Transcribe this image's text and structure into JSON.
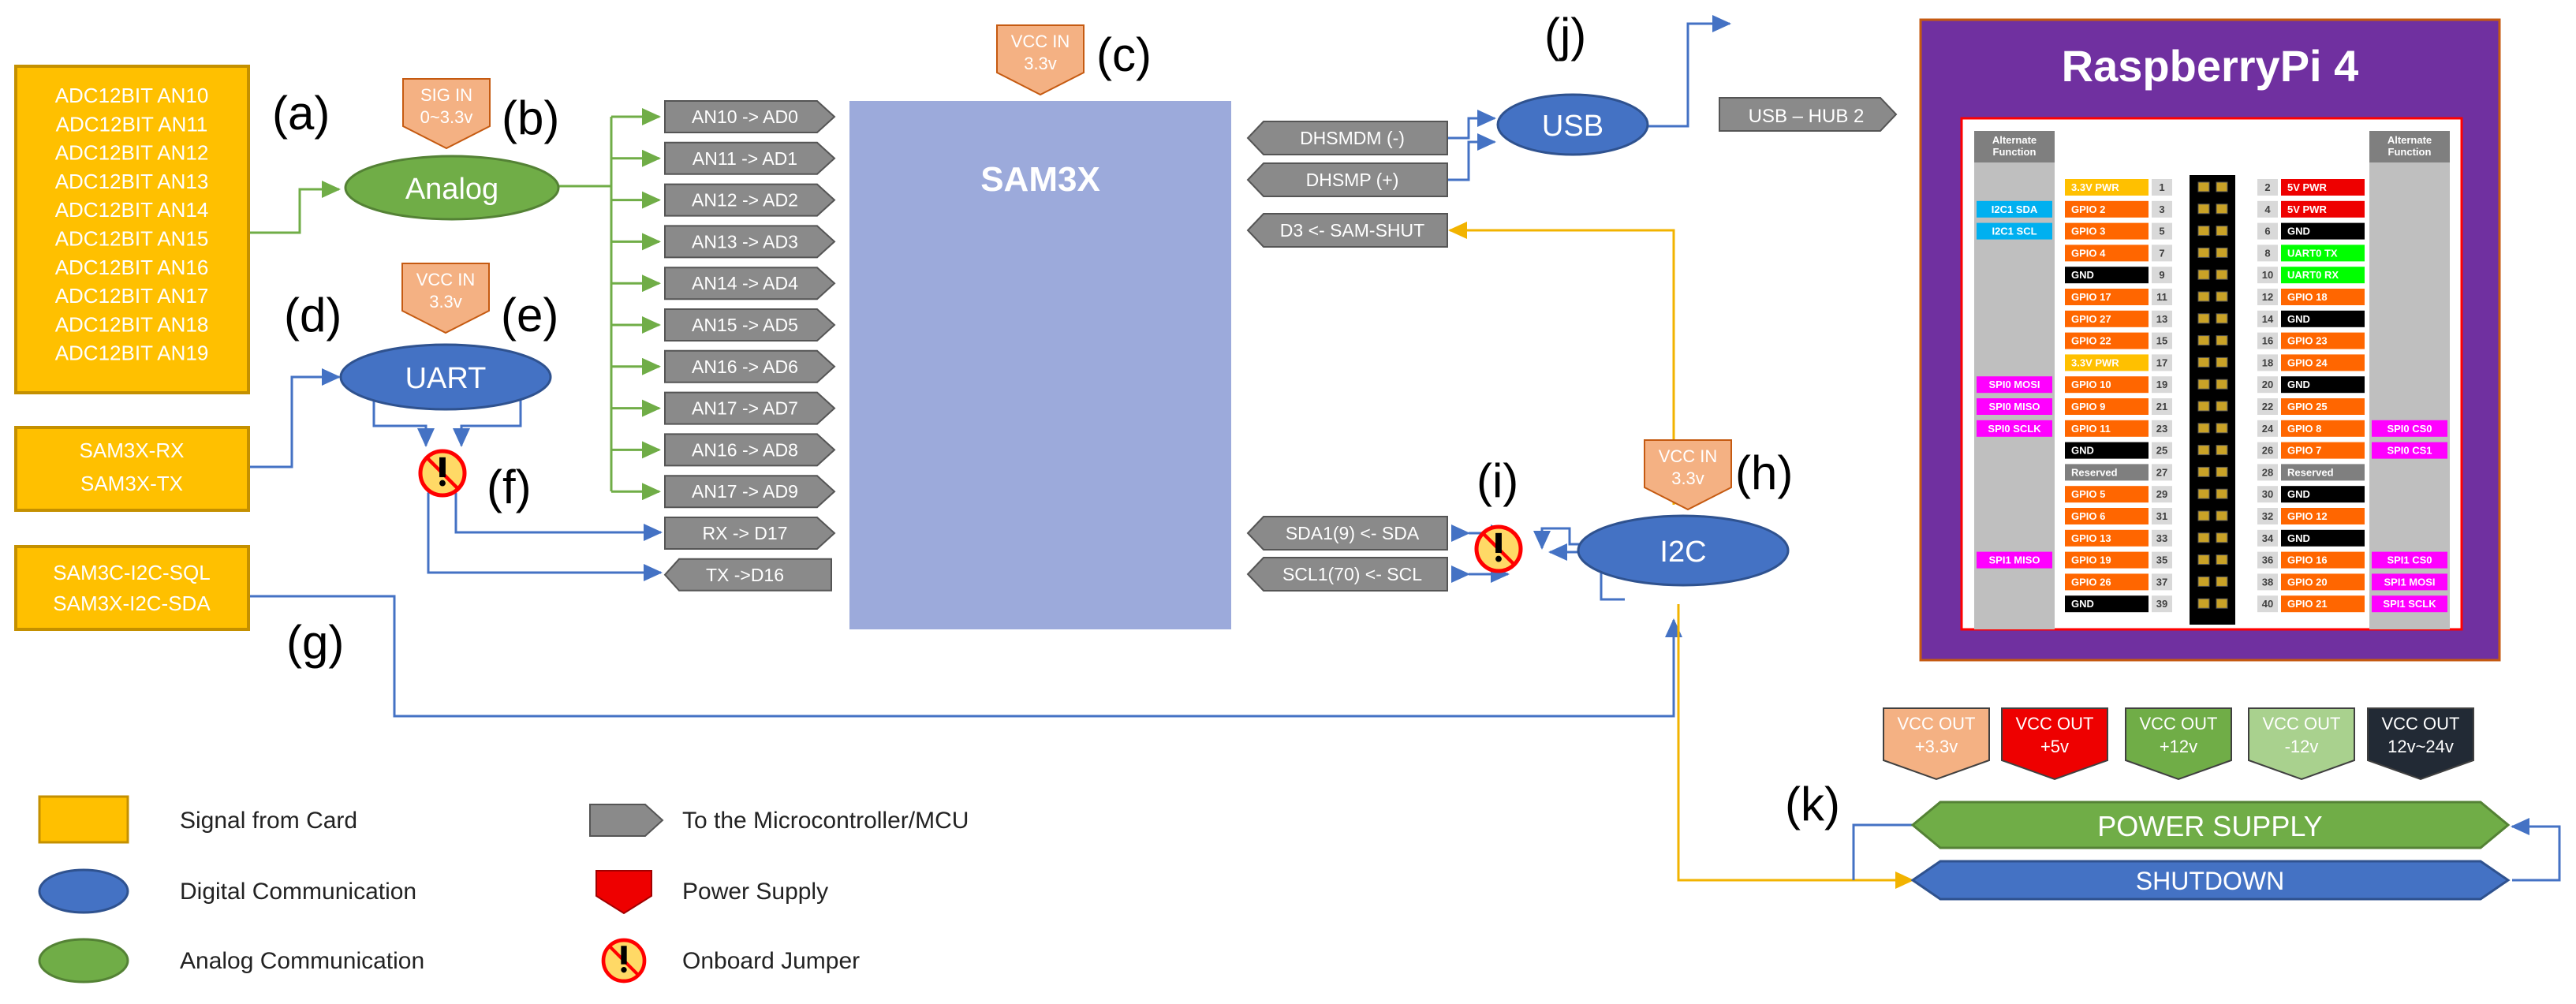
{
  "markers": {
    "a": "(a)",
    "b": "(b)",
    "c": "(c)",
    "d": "(d)",
    "e": "(e)",
    "f": "(f)",
    "g": "(g)",
    "h": "(h)",
    "i": "(i)",
    "j": "(j)",
    "k": "(k)"
  },
  "adc_block": {
    "items": [
      "ADC12BIT AN10",
      "ADC12BIT AN11",
      "ADC12BIT AN12",
      "ADC12BIT AN13",
      "ADC12BIT AN14",
      "ADC12BIT AN15",
      "ADC12BIT AN16",
      "ADC12BIT AN17",
      "ADC12BIT AN18",
      "ADC12BIT AN19"
    ]
  },
  "uart_block": {
    "lines": [
      "SAM3X-RX",
      "SAM3X-TX"
    ]
  },
  "i2c_block": {
    "lines": [
      "SAM3C-I2C-SQL",
      "SAM3X-I2C-SDA"
    ]
  },
  "nodes": {
    "analog": "Analog",
    "uart": "UART",
    "i2c": "I2C",
    "usb": "USB"
  },
  "vcc_tags": {
    "sig_in": [
      "SIG IN",
      "0~3.3v"
    ],
    "uart_vcc": [
      "VCC IN",
      "3.3v"
    ],
    "sam_vcc": [
      "VCC IN",
      "3.3v"
    ],
    "i2c_vcc": [
      "VCC IN",
      "3.3v"
    ]
  },
  "mcu": {
    "label": "SAM3X"
  },
  "mcu_left_pins": [
    "AN10 -> AD0",
    "AN11 -> AD1",
    "AN12 -> AD2",
    "AN13 -> AD3",
    "AN14 -> AD4",
    "AN15 -> AD5",
    "AN16 -> AD6",
    "AN17 -> AD7",
    "AN16 -> AD8",
    "AN17 -> AD9",
    "RX -> D17",
    "TX ->D16"
  ],
  "mcu_right_pins": [
    "DHSMDM (-)",
    "DHSMP (+)",
    "D3 <- SAM-SHUT",
    "SDA1(9) <- SDA",
    "SCL1(70) <- SCL"
  ],
  "usb_hub": "USB – HUB 2",
  "rpi": {
    "title": "RaspberryPi 4",
    "alt_function_header": "Alternate Function",
    "rows": [
      {
        "l_alt": "",
        "l_pin": "3.3V PWR",
        "l_num": "1",
        "r_num": "2",
        "r_pin": "5V PWR",
        "r_alt": ""
      },
      {
        "l_alt": "I2C1 SDA",
        "l_pin": "GPIO 2",
        "l_num": "3",
        "r_num": "4",
        "r_pin": "5V PWR",
        "r_alt": ""
      },
      {
        "l_alt": "I2C1 SCL",
        "l_pin": "GPIO 3",
        "l_num": "5",
        "r_num": "6",
        "r_pin": "GND",
        "r_alt": ""
      },
      {
        "l_alt": "",
        "l_pin": "GPIO 4",
        "l_num": "7",
        "r_num": "8",
        "r_pin": "UART0 TX",
        "r_alt": ""
      },
      {
        "l_alt": "",
        "l_pin": "GND",
        "l_num": "9",
        "r_num": "10",
        "r_pin": "UART0 RX",
        "r_alt": ""
      },
      {
        "l_alt": "",
        "l_pin": "GPIO 17",
        "l_num": "11",
        "r_num": "12",
        "r_pin": "GPIO 18",
        "r_alt": ""
      },
      {
        "l_alt": "",
        "l_pin": "GPIO 27",
        "l_num": "13",
        "r_num": "14",
        "r_pin": "GND",
        "r_alt": ""
      },
      {
        "l_alt": "",
        "l_pin": "GPIO 22",
        "l_num": "15",
        "r_num": "16",
        "r_pin": "GPIO 23",
        "r_alt": ""
      },
      {
        "l_alt": "",
        "l_pin": "3.3V PWR",
        "l_num": "17",
        "r_num": "18",
        "r_pin": "GPIO 24",
        "r_alt": ""
      },
      {
        "l_alt": "SPI0 MOSI",
        "l_pin": "GPIO 10",
        "l_num": "19",
        "r_num": "20",
        "r_pin": "GND",
        "r_alt": ""
      },
      {
        "l_alt": "SPI0 MISO",
        "l_pin": "GPIO 9",
        "l_num": "21",
        "r_num": "22",
        "r_pin": "GPIO 25",
        "r_alt": ""
      },
      {
        "l_alt": "SPI0 SCLK",
        "l_pin": "GPIO 11",
        "l_num": "23",
        "r_num": "24",
        "r_pin": "GPIO 8",
        "r_alt": "SPI0 CS0"
      },
      {
        "l_alt": "",
        "l_pin": "GND",
        "l_num": "25",
        "r_num": "26",
        "r_pin": "GPIO 7",
        "r_alt": "SPI0 CS1"
      },
      {
        "l_alt": "",
        "l_pin": "Reserved",
        "l_num": "27",
        "r_num": "28",
        "r_pin": "Reserved",
        "r_alt": ""
      },
      {
        "l_alt": "",
        "l_pin": "GPIO 5",
        "l_num": "29",
        "r_num": "30",
        "r_pin": "GND",
        "r_alt": ""
      },
      {
        "l_alt": "",
        "l_pin": "GPIO 6",
        "l_num": "31",
        "r_num": "32",
        "r_pin": "GPIO 12",
        "r_alt": ""
      },
      {
        "l_alt": "",
        "l_pin": "GPIO 13",
        "l_num": "33",
        "r_num": "34",
        "r_pin": "GND",
        "r_alt": ""
      },
      {
        "l_alt": "SPI1 MISO",
        "l_pin": "GPIO 19",
        "l_num": "35",
        "r_num": "36",
        "r_pin": "GPIO 16",
        "r_alt": "SPI1 CS0"
      },
      {
        "l_alt": "",
        "l_pin": "GPIO 26",
        "l_num": "37",
        "r_num": "38",
        "r_pin": "GPIO 20",
        "r_alt": "SPI1 MOSI"
      },
      {
        "l_alt": "",
        "l_pin": "GND",
        "l_num": "39",
        "r_num": "40",
        "r_pin": "GPIO 21",
        "r_alt": "SPI1 SCLK"
      }
    ]
  },
  "vcc_out": [
    {
      "lines": [
        "VCC OUT",
        "+3.3v"
      ],
      "color": "#f4b183"
    },
    {
      "lines": [
        "VCC OUT",
        "+5v"
      ],
      "color": "#ee0000"
    },
    {
      "lines": [
        "VCC OUT",
        "+12v"
      ],
      "color": "#70ad47"
    },
    {
      "lines": [
        "VCC OUT",
        "-12v"
      ],
      "color": "#a9d18e"
    },
    {
      "lines": [
        "VCC OUT",
        "12v~24v"
      ],
      "color": "#222a35"
    }
  ],
  "power_supply": "POWER SUPPLY",
  "shutdown": "SHUTDOWN",
  "legend": [
    {
      "shape": "rect",
      "label": "Signal from Card"
    },
    {
      "shape": "ellipse-blue",
      "label": "Digital Communication"
    },
    {
      "shape": "ellipse-green",
      "label": "Analog Communication"
    },
    {
      "shape": "pentagon-gray",
      "label": "To the Microcontroller/MCU"
    },
    {
      "shape": "pentagon-red",
      "label": "Power Supply"
    },
    {
      "shape": "jumper",
      "label": "Onboard Jumper"
    }
  ],
  "colors": {
    "card_fill": "#ffc000",
    "card_border": "#c49000",
    "analog": "#70ad47",
    "digital": "#4472c4",
    "mcu": "#9caadb",
    "pin_gray": "#8a8a8a",
    "vcc_tag": "#f4b183",
    "rpi_purple": "#7030a0",
    "pwr_green": "#70ad47",
    "i2c_line": "#f2b300"
  }
}
